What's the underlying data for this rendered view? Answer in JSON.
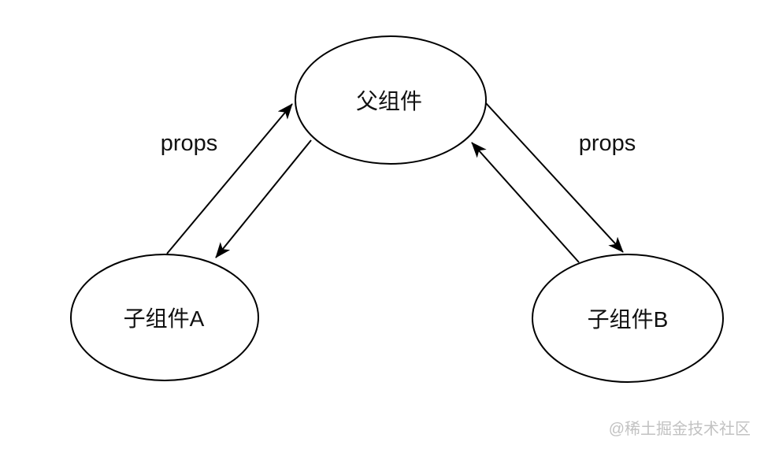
{
  "diagram": {
    "nodes": {
      "parent": {
        "label": "父组件"
      },
      "child_a": {
        "label": "子组件A"
      },
      "child_b": {
        "label": "子组件B"
      }
    },
    "edges": {
      "left": {
        "label": "props",
        "direction": "bidirectional",
        "between": [
          "父组件",
          "子组件A"
        ]
      },
      "right": {
        "label": "props",
        "direction": "bidirectional",
        "between": [
          "父组件",
          "子组件B"
        ]
      }
    },
    "watermark": "@稀土掘金技术社区",
    "colors": {
      "line": "#000000",
      "background": "#ffffff",
      "watermark_text": "#c2c2c2"
    }
  }
}
